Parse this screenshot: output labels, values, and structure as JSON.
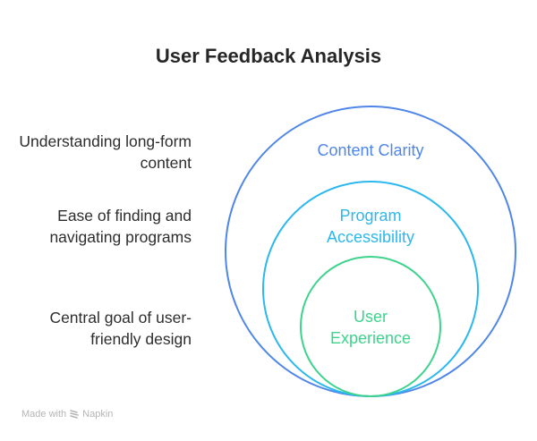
{
  "title": "User Feedback Analysis",
  "descriptions": [
    "Understanding long-form content",
    "Ease of finding and navigating programs",
    "Central goal of user-friendly design"
  ],
  "circles": [
    {
      "label": "Content Clarity",
      "color": "#4f86e8"
    },
    {
      "label": "Program Accessibility",
      "color": "#2bb8ee"
    },
    {
      "label": "User Experience",
      "color": "#3ed38c"
    }
  ],
  "footer": {
    "made_with": "Made with",
    "brand": "Napkin",
    "icon": "napkin-logo-icon"
  }
}
